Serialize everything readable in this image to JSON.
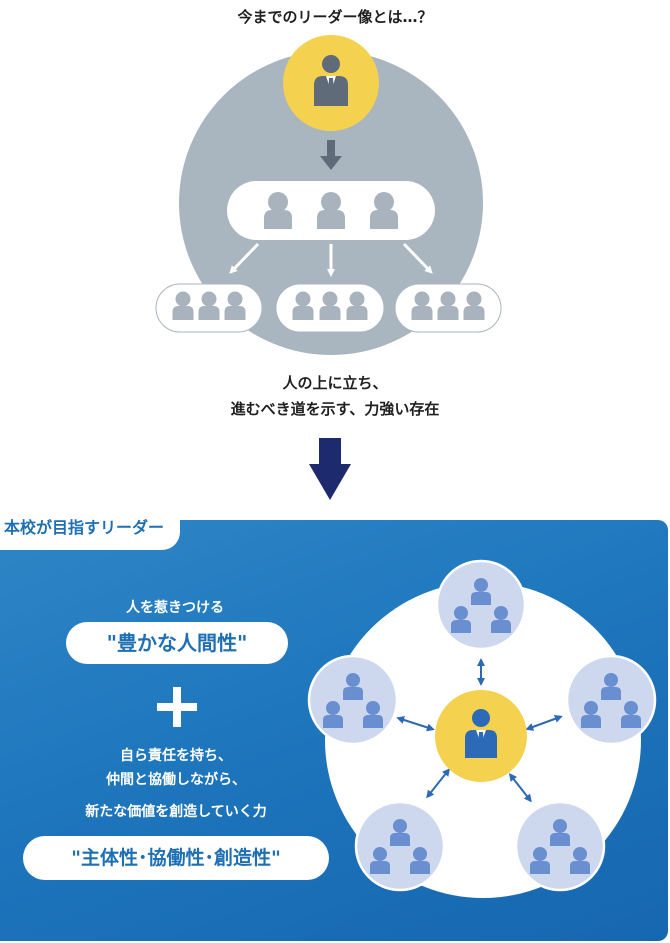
{
  "top": {
    "title": "今までのリーダー像とは…？",
    "caption_line1": "人の上に立ち、",
    "caption_line2": "進むべき道を示す、力強い存在"
  },
  "bottom": {
    "tab_label": "本校が目指すリーダー",
    "intro1": "人を惹きつける",
    "pill1": "\"豊かな人間性\"",
    "plus": "＋",
    "intro2_line1": "自ら責任を持ち、",
    "intro2_line2": "仲間と協働しながら、",
    "intro2_line3": "新たな価値を創造していく力",
    "pill2": "\"主体性･協働性･創造性\""
  },
  "colors": {
    "leader_yellow": "#f5d150",
    "suit_gray": "#5f6b78",
    "person_gray": "#a8b3bd",
    "circle_gray": "#a9b5bf",
    "panel_blue": "#1e76bd",
    "node_blue_fill": "#cdd8ee",
    "person_blue": "#6a8fd0",
    "suit_blue": "#2c69b6",
    "arrow_navy": "#1d2a6e"
  },
  "icons": [
    "leader-icon",
    "person-icon",
    "down-arrow-icon",
    "bidirectional-arrow-icon",
    "plus-icon"
  ]
}
